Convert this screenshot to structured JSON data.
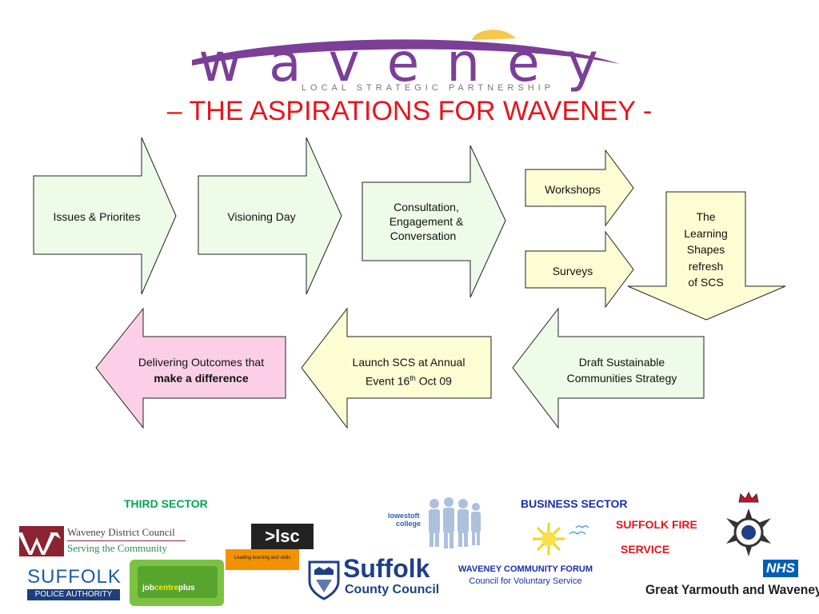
{
  "header": {
    "logo_name": "waveney",
    "logo_tagline": "LOCAL STRATEGIC PARTNERSHIP",
    "title": "– THE ASPIRATIONS FOR WAVENEY -"
  },
  "flow": {
    "step1": "Issues & Priorites",
    "step2": "Visioning Day",
    "step3_line1": "Consultation,",
    "step3_line2": "Engagement &",
    "step3_line3": "Conversation",
    "workshops": "Workshops",
    "surveys": "Surveys",
    "learning_line1": "The",
    "learning_line2": "Learning",
    "learning_line3": "Shapes",
    "learning_line4": "refresh",
    "learning_line5": "of SCS",
    "draft_line1": "Draft Sustainable",
    "draft_line2": "Communities Strategy",
    "launch_line1": "Launch SCS at Annual",
    "launch_line2_pre": "Event 16",
    "launch_line2_sup": "th",
    "launch_line2_post": " Oct 09",
    "deliver_line1": "Delivering Outcomes that",
    "deliver_line2": "make a difference"
  },
  "partners": {
    "third_sector": "THIRD SECTOR",
    "business_sector": "BUSINESS SECTOR",
    "suffolk_fire_line1": "SUFFOLK FIRE",
    "suffolk_fire_line2": "SERVICE",
    "waveney_dc_line1": "Waveney District Council",
    "waveney_dc_line2": "Serving the Community",
    "lsc": ">lsc",
    "lsc_tagline": "Leading learning and skills",
    "suffolk_police_line1": "SUFFOLK",
    "suffolk_police_line2": "POLICE AUTHORITY",
    "jobcentre_pre": "job",
    "jobcentre_mid": "centre",
    "jobcentre_post": "plus",
    "lowestoft_line1": "lowestoft",
    "lowestoft_line2": "college",
    "suffolk_cc_line1": "Suffolk",
    "suffolk_cc_line2": "County Council",
    "wcf_line1": "WAVENEY COMMUNITY FORUM",
    "wcf_line2": "Council for Voluntary Service",
    "nhs": "NHS",
    "nhs_region": "Great Yarmouth and Waveney"
  },
  "colors": {
    "title_red": "#e8141c",
    "logo_purple": "#7b3f98",
    "green_fill": "#eefbe9",
    "yellow_fill": "#fdfdd4",
    "pink_fill": "#fccfe9",
    "sector_green": "#00a651",
    "sector_blue": "#1a2eb0",
    "fire_red": "#e8141c"
  }
}
